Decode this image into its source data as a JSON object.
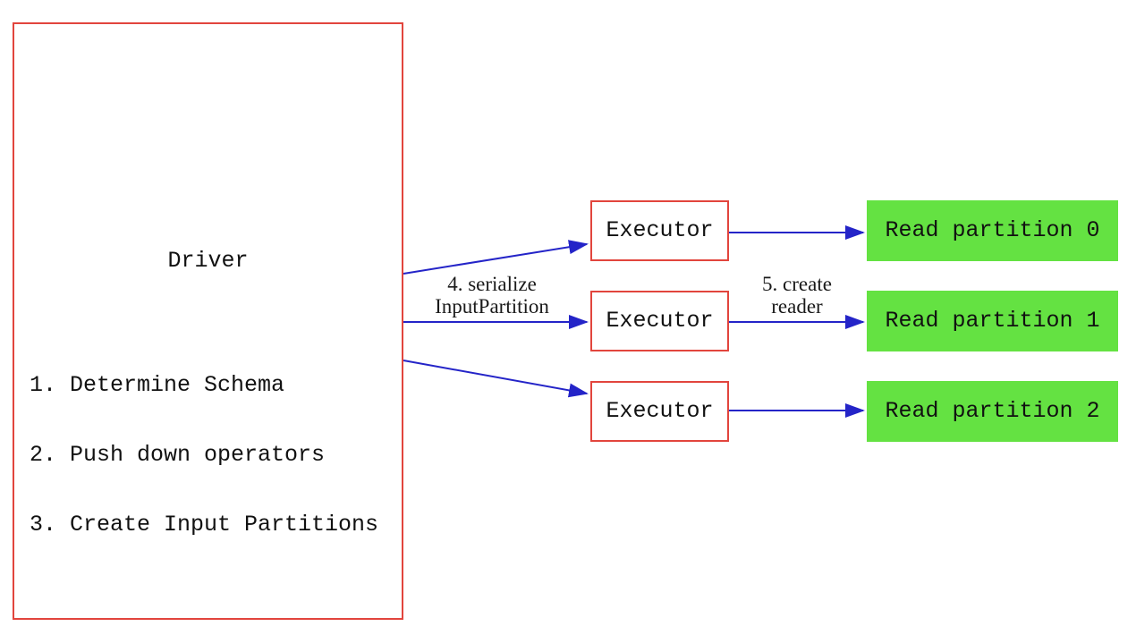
{
  "diagram": {
    "background": "#ffffff",
    "colors": {
      "box_border": "#e2453d",
      "arrow": "#2424c8",
      "partition_fill": "#64e242",
      "text": "#111111"
    },
    "driver": {
      "title": "Driver",
      "steps": [
        "1. Determine Schema",
        "2. Push down operators",
        "3. Create Input Partitions"
      ]
    },
    "executors": [
      {
        "label": "Executor"
      },
      {
        "label": "Executor"
      },
      {
        "label": "Executor"
      }
    ],
    "partitions": [
      {
        "label": "Read partition 0"
      },
      {
        "label": "Read partition 1"
      },
      {
        "label": "Read partition 2"
      }
    ],
    "arrow_labels": {
      "serialize": [
        "4. serialize",
        "InputPartition"
      ],
      "create_reader": [
        "5. create",
        "reader"
      ]
    }
  }
}
